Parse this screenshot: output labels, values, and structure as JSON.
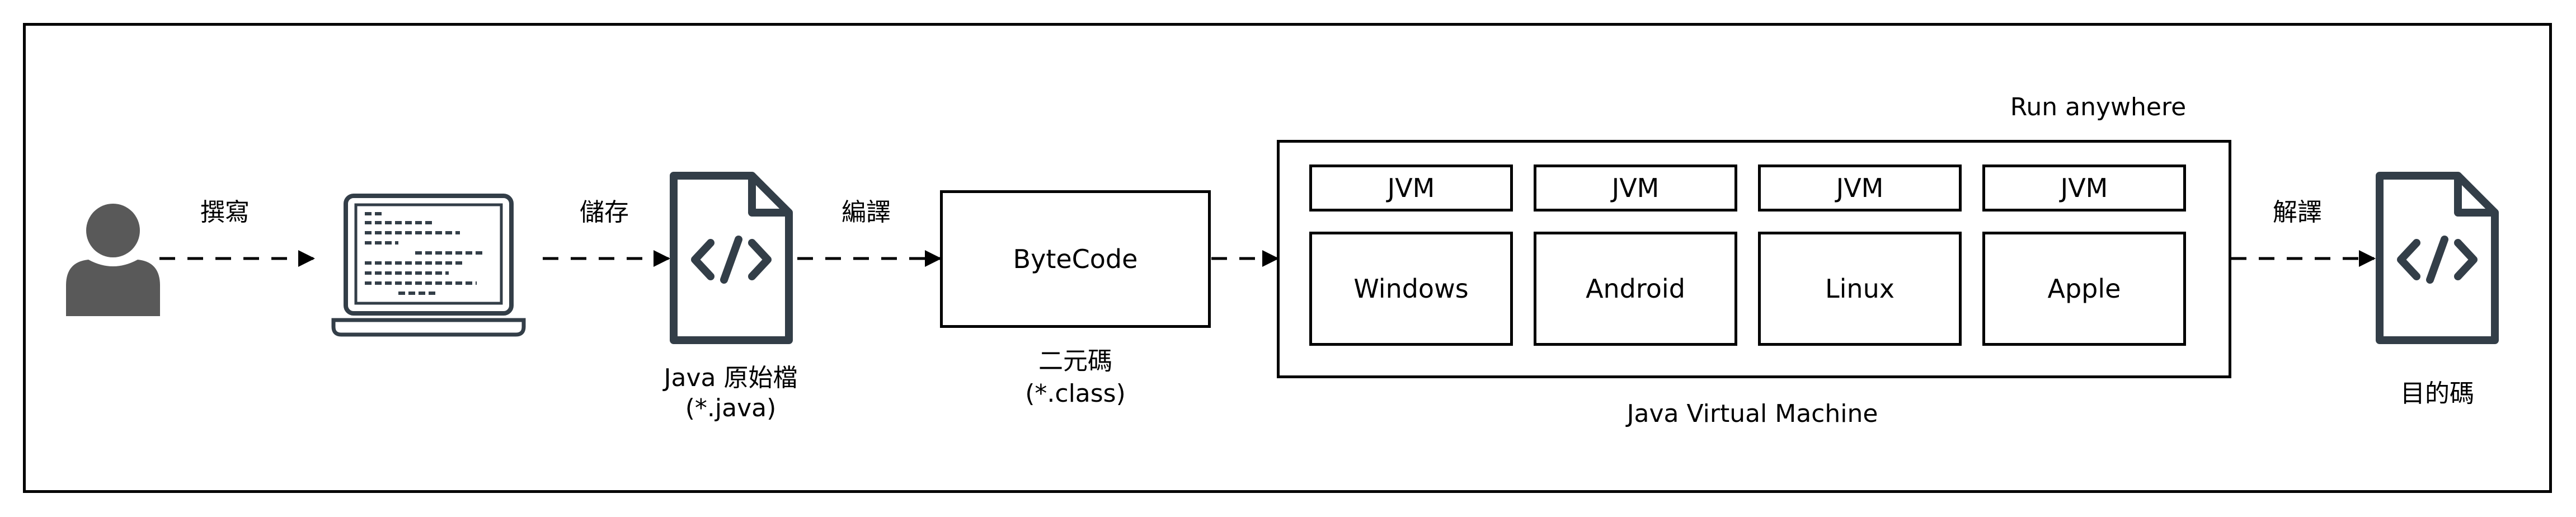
{
  "labels": {
    "write": "撰寫",
    "save": "儲存",
    "compile": "編譯",
    "interpret": "解譯",
    "source_name": "Java 原始檔",
    "source_ext": "(*.java)",
    "binary_name": "二元碼",
    "binary_ext": "(*.class)",
    "run_anywhere": "Run anywhere",
    "jvm_title": "Java Virtual Machine",
    "target": "目的碼"
  },
  "bytecode": "ByteCode",
  "platforms": [
    {
      "jvm": "JVM",
      "os": "Windows"
    },
    {
      "jvm": "JVM",
      "os": "Android"
    },
    {
      "jvm": "JVM",
      "os": "Linux"
    },
    {
      "jvm": "JVM",
      "os": "Apple"
    }
  ],
  "colors": {
    "icon": "#333e48",
    "person": "#595959",
    "line": "#000000"
  },
  "icons": [
    "person-icon",
    "laptop-code-icon",
    "source-file-icon",
    "target-file-icon"
  ]
}
